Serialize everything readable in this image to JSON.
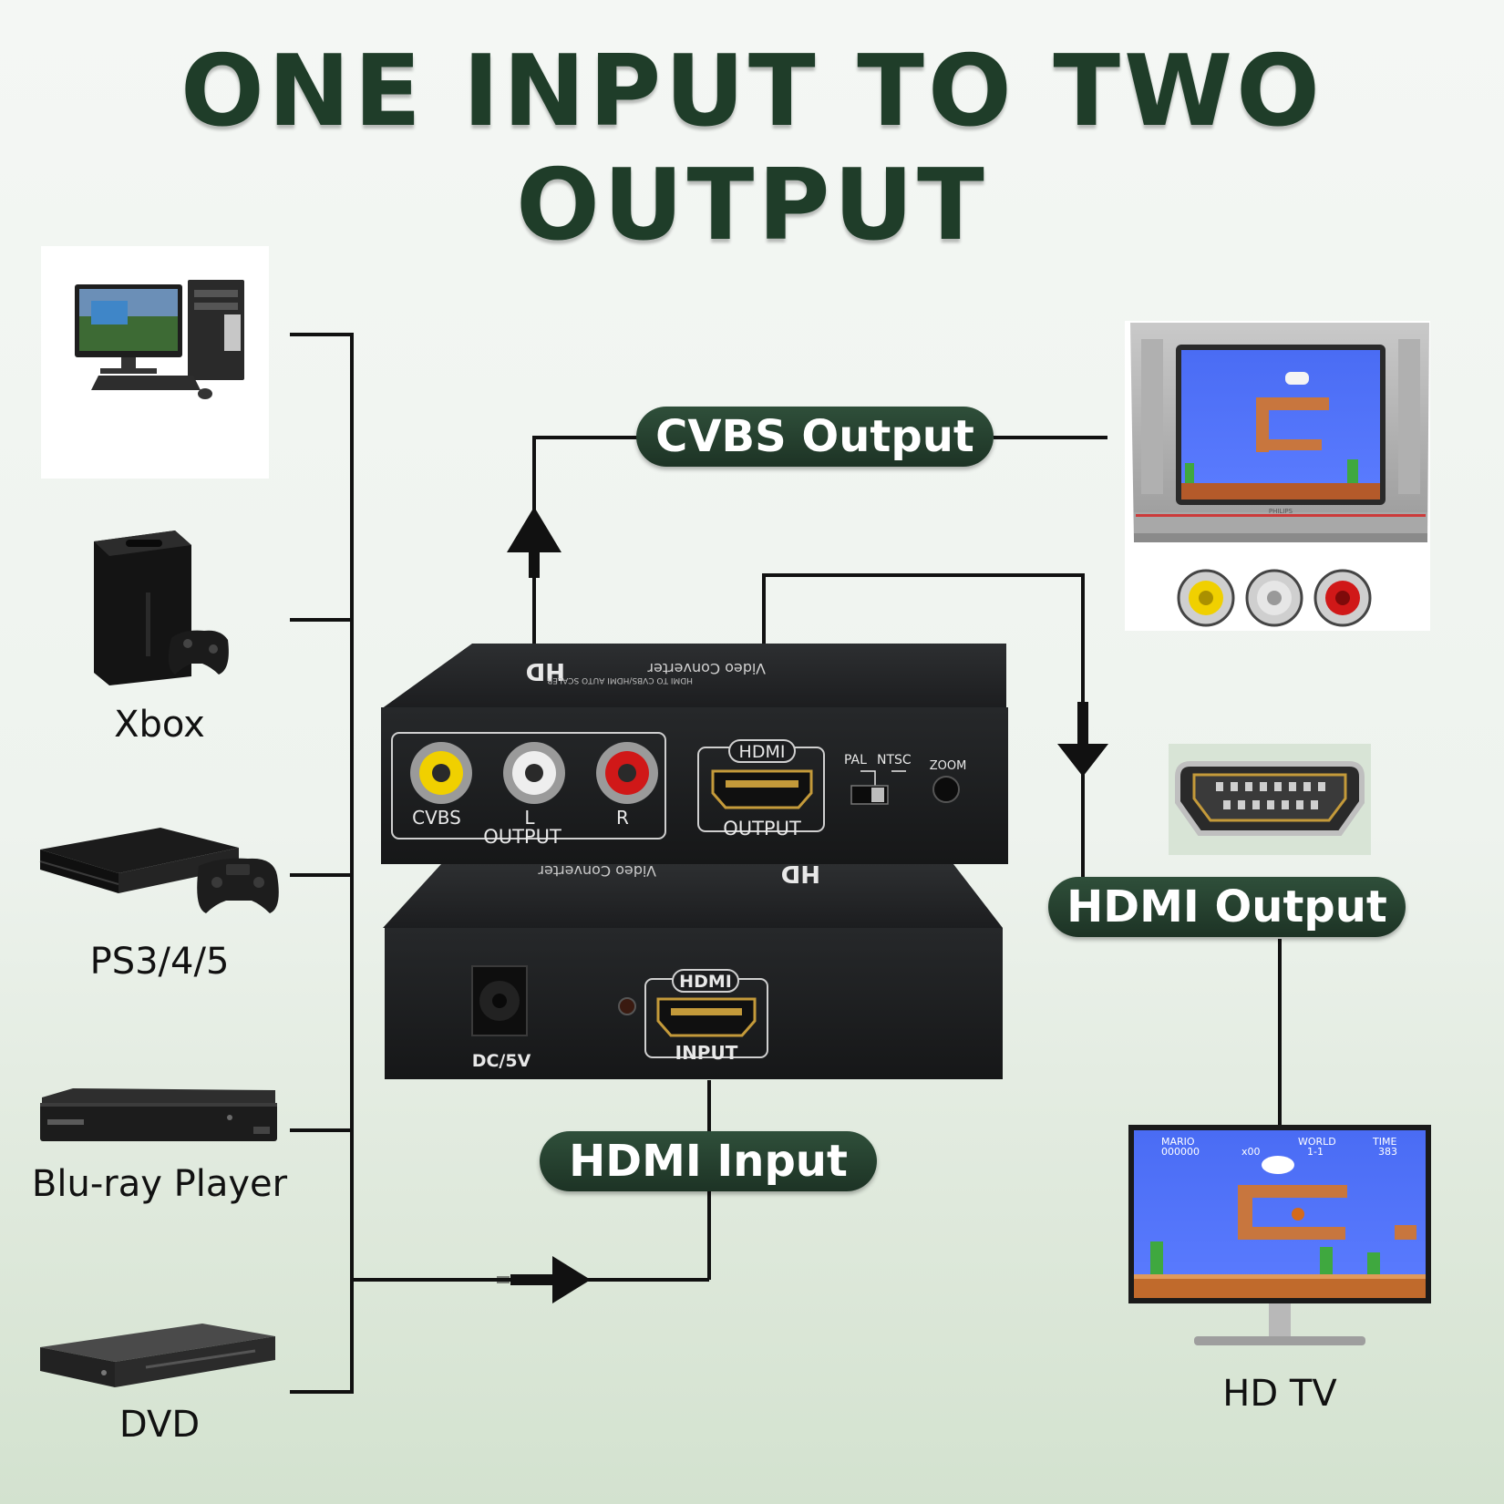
{
  "title": "ONE INPUT TO TWO OUTPUT",
  "sources": [
    {
      "label": "",
      "icon": "desktop-pc-icon"
    },
    {
      "label": "Xbox",
      "icon": "xbox-console-icon"
    },
    {
      "label": "PS3/4/5",
      "icon": "playstation-console-icon"
    },
    {
      "label": "Blu-ray Player",
      "icon": "bluray-player-icon"
    },
    {
      "label": "DVD",
      "icon": "dvd-player-icon"
    }
  ],
  "labels": {
    "cvbs_output": "CVBS Output",
    "hdmi_output": "HDMI Output",
    "hdmi_input": "HDMI Input",
    "hd_tv": "HD TV"
  },
  "converter": {
    "top_brand": "HD",
    "top_model": "Video Converter",
    "top_subtitle": "HDMI TO CVBS/HDMI AUTO SCALER",
    "port_cvbs": "CVBS",
    "port_l": "L",
    "port_r": "R",
    "rca_group_label": "OUTPUT",
    "hdmi_out_badge": "HDMI",
    "hdmi_out_label": "OUTPUT",
    "switch_pal": "PAL",
    "switch_ntsc": "NTSC",
    "zoom_label": "ZOOM",
    "rear_brand": "HD",
    "rear_model": "Video Converter",
    "dc_label": "DC/5V",
    "hdmi_in_badge": "HDMI",
    "hdmi_in_label": "INPUT"
  },
  "tv_game_hud": {
    "mario": "MARIO",
    "score": "000000",
    "coins": "x00",
    "world": "WORLD",
    "level": "1-1",
    "time": "TIME",
    "time_value": "383"
  },
  "crt_brand": "PHILIPS",
  "colors": {
    "title": "#1f3d29",
    "pill": "#1d3325",
    "rca_yellow": "#f0d000",
    "rca_white": "#d8d8d8",
    "rca_red": "#d01818",
    "line": "#111111"
  }
}
